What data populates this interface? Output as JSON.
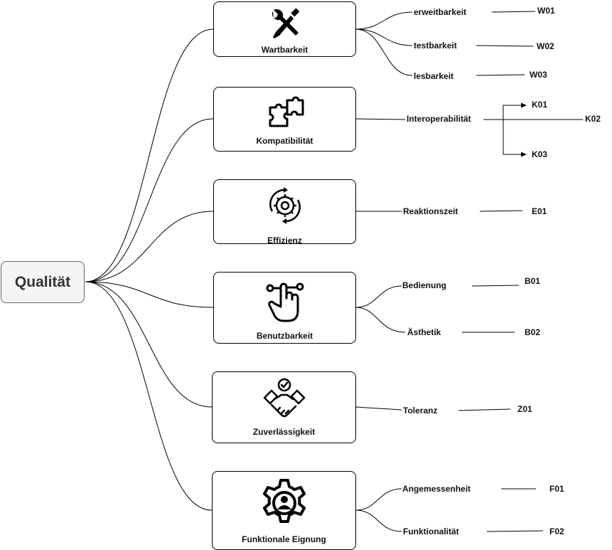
{
  "root": {
    "label": "Qualität"
  },
  "categories": [
    {
      "label": "Wartbarkeit",
      "icon": "tools-icon",
      "items": [
        {
          "label": "erweitbarkeit",
          "code": "W01"
        },
        {
          "label": "testbarkeit",
          "code": "W02"
        },
        {
          "label": "lesbarkeit",
          "code": "W03"
        }
      ]
    },
    {
      "label": "Kompatibilität",
      "icon": "puzzle-icon",
      "items": [
        {
          "label": "Interoperabilität",
          "codes": [
            "K01",
            "K02",
            "K03"
          ]
        }
      ]
    },
    {
      "label": "Effizienz",
      "icon": "gear-cycle-icon",
      "items": [
        {
          "label": "Reaktionszeit",
          "code": "E01"
        }
      ]
    },
    {
      "label": "Benutzbarkeit",
      "icon": "touch-icon",
      "items": [
        {
          "label": "Bedienung",
          "code": "B01"
        },
        {
          "label": "Ästhetik",
          "code": "B02"
        }
      ]
    },
    {
      "label": "Zuverlässigkeit",
      "icon": "handshake-icon",
      "items": [
        {
          "label": "Toleranz",
          "code": "Z01"
        }
      ]
    },
    {
      "label": "Funktionale Eignung",
      "icon": "gear-user-icon",
      "items": [
        {
          "label": "Angemessenheit",
          "code": "F01"
        },
        {
          "label": "Funktionalität",
          "code": "F02"
        }
      ]
    }
  ]
}
